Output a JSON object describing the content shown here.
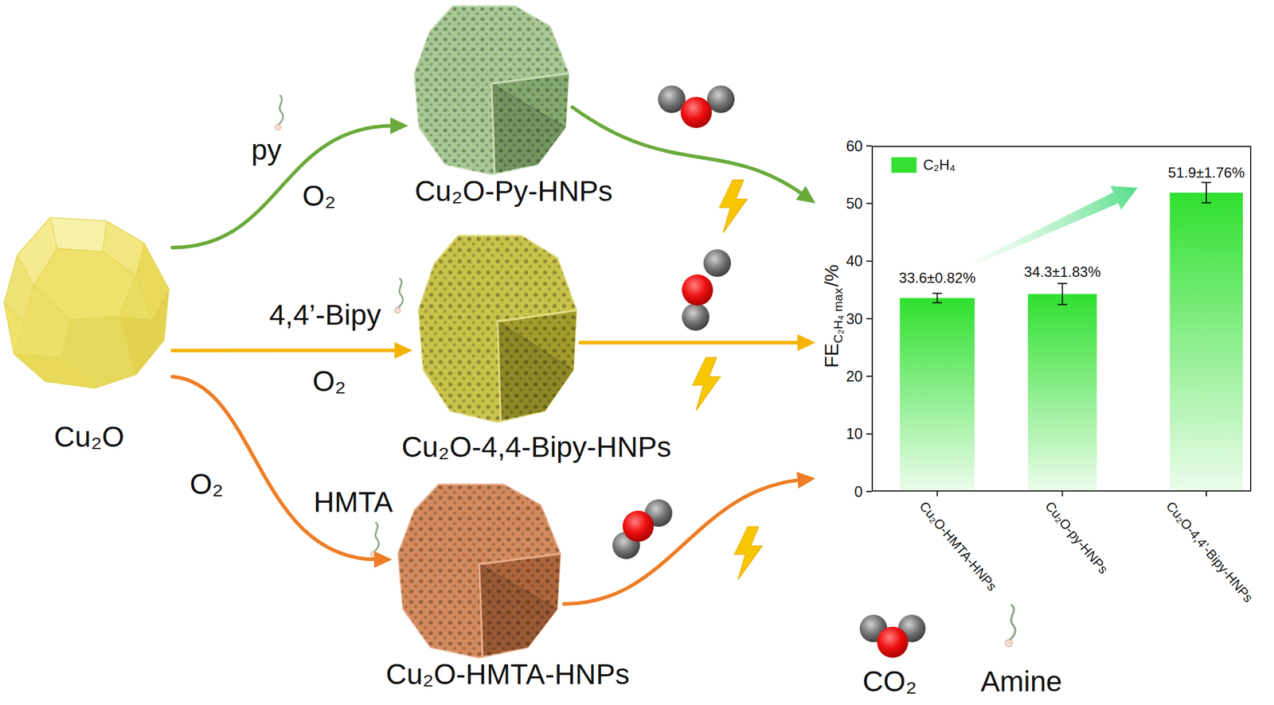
{
  "diagram": {
    "nodes": [
      {
        "text": [
          "Cu₂O"
        ]
      },
      {
        "text": [
          "Cu₂O-Py-HNPs"
        ]
      },
      {
        "text": [
          "Cu₂O-4,4-Bipy-HNPs"
        ]
      },
      {
        "text": [
          "Cu₂O-HMTA-HNPs"
        ]
      },
      {
        "text": [
          "FE",
          "C₂H₄ max",
          "/%"
        ]
      }
    ],
    "edges": [
      {
        "from": 0,
        "to": 1,
        "arrow": "to"
      },
      {
        "from": 0,
        "to": 2,
        "arrow": "to"
      },
      {
        "from": 0,
        "to": 3,
        "arrow": "to"
      },
      {
        "from": 1,
        "to": 4,
        "arrow": "to"
      },
      {
        "from": 2,
        "to": 4,
        "arrow": "to"
      },
      {
        "from": 3,
        "to": 4,
        "arrow": "to"
      }
    ],
    "labels": [
      "py",
      "O₂",
      "4,4’-Bipy",
      "O₂",
      "O₂",
      "HMTA",
      "0",
      "10",
      "20",
      "30",
      "40",
      "50",
      "60",
      "33.6±0.82%",
      "34.3±1.83%",
      "51.9±1.76%",
      "Cu₂O-HMTA-HNPs",
      "Cu₂O-py-HNPs",
      "Cu₂O-4,4’-Bipy-HNPs"
    ],
    "legend": [
      {
        "text": "C₂H₄",
        "color": "#33e033"
      },
      {
        "text": "CO₂"
      },
      {
        "text": "Amine"
      }
    ]
  }
}
